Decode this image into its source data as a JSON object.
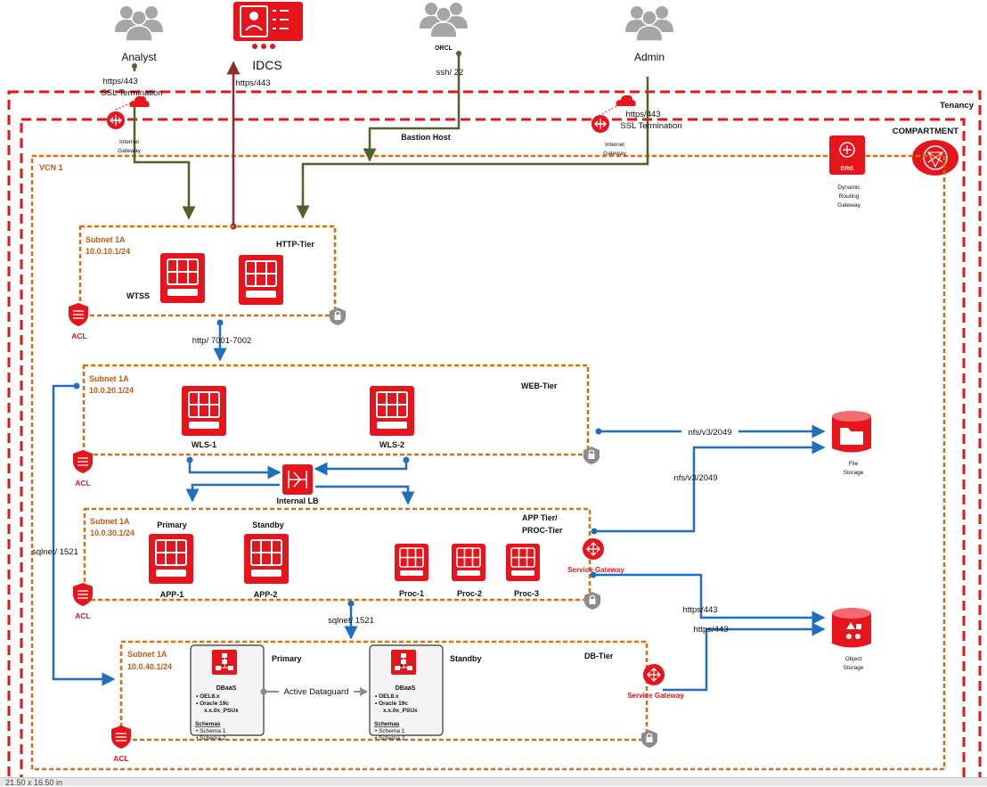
{
  "people": {
    "analyst": "Analyst",
    "orcl": "ORCL",
    "admin": "Admin",
    "idcs": "IDCS"
  },
  "links": {
    "analyst_https": "https/443",
    "analyst_ssl": "SSL Termination",
    "idcs_https": "https/443",
    "orcl_ssh": "ssh/ 22",
    "bastion": "Bastion Host",
    "admin_https": "https/443",
    "admin_ssl": "SSL Termination",
    "http_7001": "http/ 7001-7002",
    "nfs_1": "nfs/v3/2049",
    "nfs_2": "nfs/v3/2049",
    "sqlnet_left": "sqlnet/ 1521",
    "sqlnet_mid": "sqlnet/ 1521",
    "https_obj_1": "https/443",
    "https_obj_2": "https/443",
    "active_dataguard": "Active Dataguard"
  },
  "containers": {
    "tenancy": "Tenancy",
    "compartment": "COMPARTMENT",
    "vcn": "VCN 1"
  },
  "gateways": {
    "ig_left": [
      "Internet",
      "Gateway"
    ],
    "ig_right": [
      "Internet",
      "Gateway"
    ],
    "drg_badge": "DRG",
    "drg": [
      "Dynamic",
      "Routing",
      "Gateway"
    ],
    "sg_app": "Service Gateway",
    "sg_db": "Service Gateway"
  },
  "subnets": {
    "http": {
      "name": "Subnet 1A",
      "cidr": "10.0.10.1/24",
      "tier": "HTTP-Tier",
      "acl": "ACL",
      "server": "WTSS"
    },
    "web": {
      "name": "Subnet 1A",
      "cidr": "10.0.20.1/24",
      "tier": "WEB-Tier",
      "acl": "ACL",
      "servers": [
        "WLS-1",
        "WLS-2"
      ]
    },
    "app": {
      "name": "Subnet 1A",
      "cidr": "10.0.30.1/24",
      "tier": [
        "APP Tier/",
        "PROC-Tier"
      ],
      "acl": "ACL",
      "primary": "Primary",
      "standby": "Standby",
      "servers": [
        "APP-1",
        "APP-2",
        "Proc-1",
        "Proc-2",
        "Proc-3"
      ]
    },
    "db": {
      "name": "Subnet 1A",
      "cidr": "10.0.40.1/24",
      "tier": "DB-Tier",
      "acl": "ACL",
      "primary": "Primary",
      "standby": "Standby"
    }
  },
  "lb": "Internal LB",
  "storage": {
    "file": [
      "File",
      "Storage"
    ],
    "object": [
      "Object",
      "Storage"
    ]
  },
  "dbaas": {
    "title": "DBaaS",
    "bullets": [
      "OEL8.x",
      "Oracle 19c",
      "x.x.0x_PSUx"
    ],
    "schemas_title": "Schemas",
    "schemas": [
      "Schema 1",
      "Schema 2"
    ]
  },
  "status": "21.50 x 16.50 in"
}
